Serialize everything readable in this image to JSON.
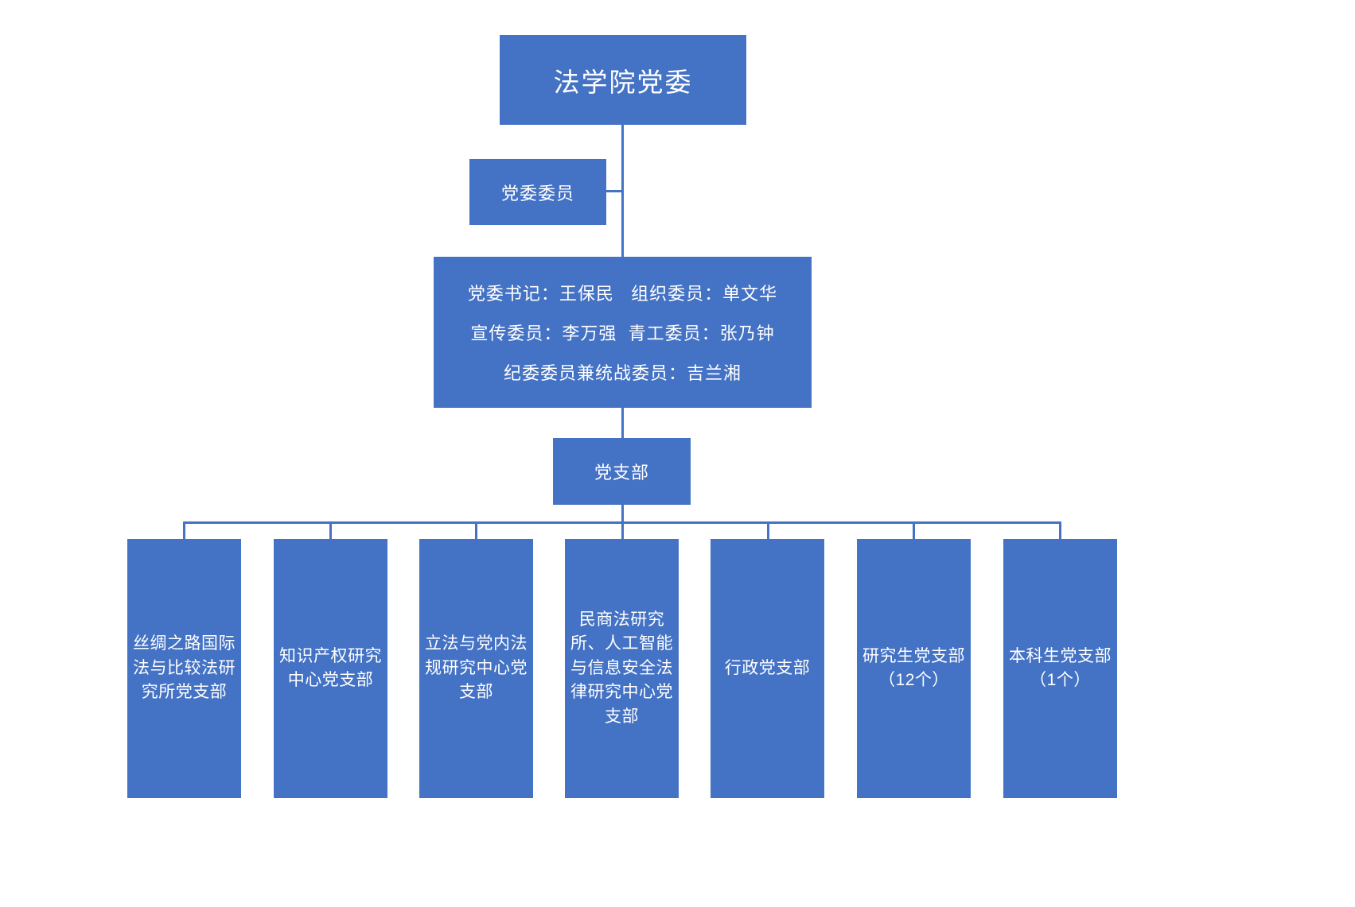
{
  "colors": {
    "accent": "#4472C4",
    "text": "#FFFFFF",
    "background": "#FFFFFF"
  },
  "nodes": {
    "root": {
      "label": "法学院党委"
    },
    "committee_members": {
      "label": "党委委员"
    },
    "committee_detail": {
      "lines": [
        "党委书记：王保民   组织委员：单文华",
        "宣传委员：李万强  青工委员：张乃钟",
        "纪委委员兼统战委员：吉兰湘"
      ]
    },
    "party_branch": {
      "label": "党支部"
    }
  },
  "branches": [
    {
      "label": "丝绸之路国际法与比较法研究所党支部"
    },
    {
      "label": "知识产权研究中心党支部"
    },
    {
      "label": "立法与党内法规研究中心党支部"
    },
    {
      "label": "民商法研究所、人工智能与信息安全法律研究中心党支部"
    },
    {
      "label": "行政党支部"
    },
    {
      "label": "研究生党支部（12个）"
    },
    {
      "label": "本科生党支部（1个）"
    }
  ]
}
